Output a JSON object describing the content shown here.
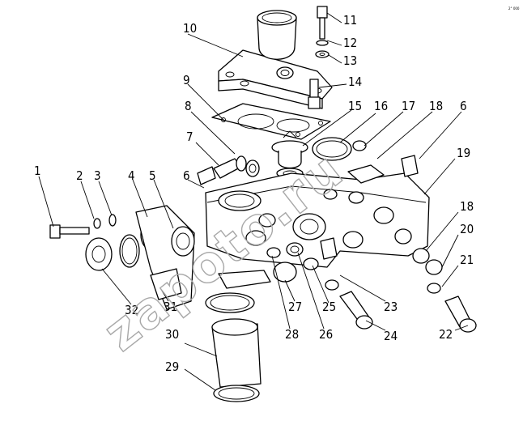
{
  "figure": {
    "corner_mark": "2° 000",
    "watermark": "zapoto.ru"
  },
  "callouts": [
    {
      "id": "c1",
      "label": "1"
    },
    {
      "id": "c2",
      "label": "2"
    },
    {
      "id": "c3",
      "label": "3"
    },
    {
      "id": "c4",
      "label": "4"
    },
    {
      "id": "c5",
      "label": "5"
    },
    {
      "id": "c6a",
      "label": "6"
    },
    {
      "id": "c6b",
      "label": "6"
    },
    {
      "id": "c7",
      "label": "7"
    },
    {
      "id": "c8",
      "label": "8"
    },
    {
      "id": "c9",
      "label": "9"
    },
    {
      "id": "c10",
      "label": "10"
    },
    {
      "id": "c11",
      "label": "11"
    },
    {
      "id": "c12",
      "label": "12"
    },
    {
      "id": "c13",
      "label": "13"
    },
    {
      "id": "c14",
      "label": "14"
    },
    {
      "id": "c15",
      "label": "15"
    },
    {
      "id": "c16",
      "label": "16"
    },
    {
      "id": "c17",
      "label": "17"
    },
    {
      "id": "c18a",
      "label": "18"
    },
    {
      "id": "c18b",
      "label": "18"
    },
    {
      "id": "c19",
      "label": "19"
    },
    {
      "id": "c20",
      "label": "20"
    },
    {
      "id": "c21",
      "label": "21"
    },
    {
      "id": "c22",
      "label": "22"
    },
    {
      "id": "c23",
      "label": "23"
    },
    {
      "id": "c24",
      "label": "24"
    },
    {
      "id": "c25",
      "label": "25"
    },
    {
      "id": "c26",
      "label": "26"
    },
    {
      "id": "c27",
      "label": "27"
    },
    {
      "id": "c28",
      "label": "28"
    },
    {
      "id": "c29",
      "label": "29"
    },
    {
      "id": "c30",
      "label": "30"
    },
    {
      "id": "c31",
      "label": "31"
    },
    {
      "id": "c32",
      "label": "32"
    }
  ]
}
